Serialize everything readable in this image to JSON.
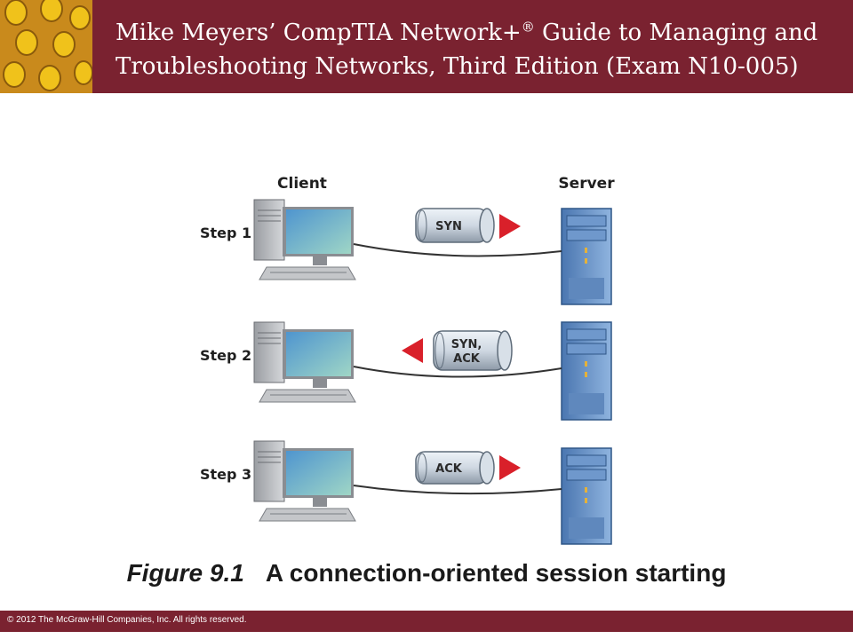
{
  "header": {
    "title_line1_pre": "Mike Meyers’ CompTIA Network+",
    "title_reg": "®",
    "title_line1_post": " Guide to Managing and",
    "title_line2": "Troubleshooting Networks, Third Edition (Exam N10-005)"
  },
  "diagram": {
    "client_label": "Client",
    "server_label": "Server",
    "steps": [
      {
        "label": "Step 1",
        "packet": [
          "SYN"
        ],
        "direction": "to-server"
      },
      {
        "label": "Step 2",
        "packet": [
          "SYN,",
          "ACK"
        ],
        "direction": "to-client"
      },
      {
        "label": "Step 3",
        "packet": [
          "ACK"
        ],
        "direction": "to-server"
      }
    ]
  },
  "caption": {
    "figure_number": "Figure 9.1",
    "text": "A connection-oriented session starting"
  },
  "footer": {
    "copyright": "© 2012 The McGraw-Hill Companies, Inc. All rights reserved."
  },
  "colors": {
    "brand": "#7a2230",
    "arrow": "#d9202a",
    "server": "#5b86bf",
    "monitor_screen": "#7fb7d8"
  }
}
